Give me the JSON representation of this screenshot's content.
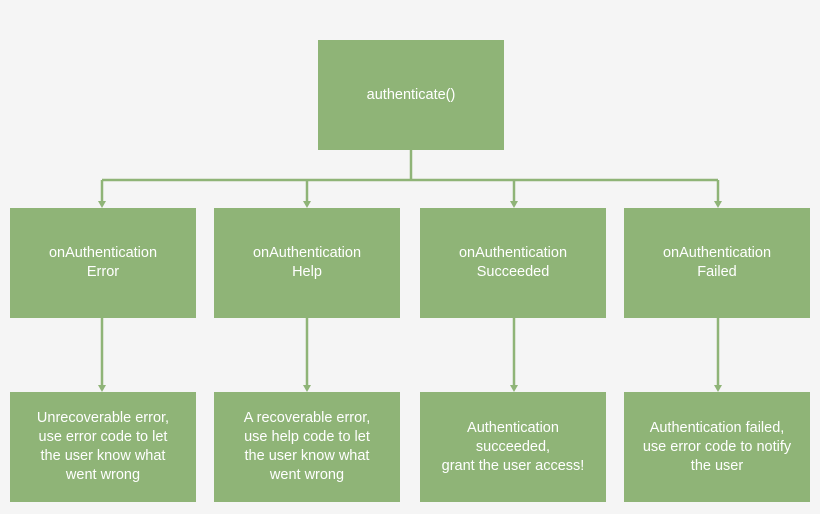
{
  "root": {
    "label": "authenticate()"
  },
  "callbacks": [
    {
      "lines": [
        "onAuthentication",
        "Error"
      ],
      "result": [
        "Unrecoverable error,",
        "use error code to let",
        "the user know what",
        "went wrong"
      ]
    },
    {
      "lines": [
        "onAuthentication",
        "Help"
      ],
      "result": [
        "A recoverable error,",
        "use help code to let",
        "the user know what",
        "went wrong"
      ]
    },
    {
      "lines": [
        "onAuthentication",
        "Succeeded"
      ],
      "result": [
        "Authentication",
        "succeeded,",
        "grant the user access!"
      ]
    },
    {
      "lines": [
        "onAuthentication",
        "Failed"
      ],
      "result": [
        "Authentication failed,",
        "use error code to notify",
        "the user"
      ]
    }
  ],
  "colors": {
    "box": "#8fb477",
    "line": "#8fb477",
    "text": "#ffffff",
    "background": "#f5f5f5"
  }
}
